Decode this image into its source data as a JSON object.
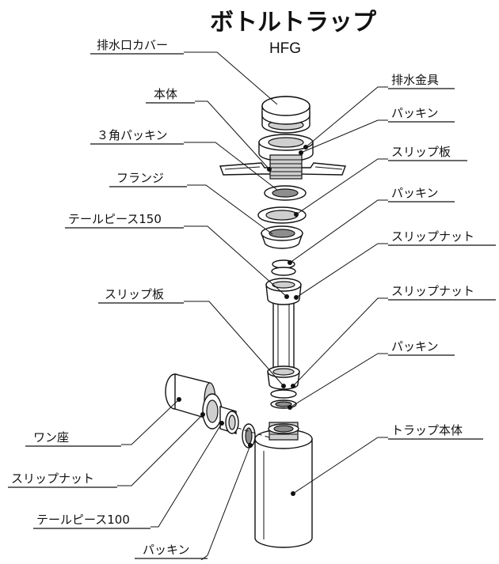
{
  "title": "ボトルトラップ",
  "model": "HFG",
  "labels": {
    "drain_cover": "排水口カバー",
    "body_top": "本体",
    "triangle_packing": "３角パッキン",
    "flange": "フランジ",
    "tailpiece_150": "テールピース150",
    "slip_plate_left": "スリップ板",
    "wall_flange": "ワン座",
    "slip_nut_left": "スリップナット",
    "tailpiece_100": "テールピース100",
    "packing_bottom_left": "パッキン",
    "drain_fitting": "排水金具",
    "packing_1": "パッキン",
    "slip_plate_right": "スリップ板",
    "packing_2": "パッキン",
    "slip_nut_1": "スリップナット",
    "slip_nut_2": "スリップナット",
    "packing_3": "パッキン",
    "trap_body": "トラップ本体"
  }
}
